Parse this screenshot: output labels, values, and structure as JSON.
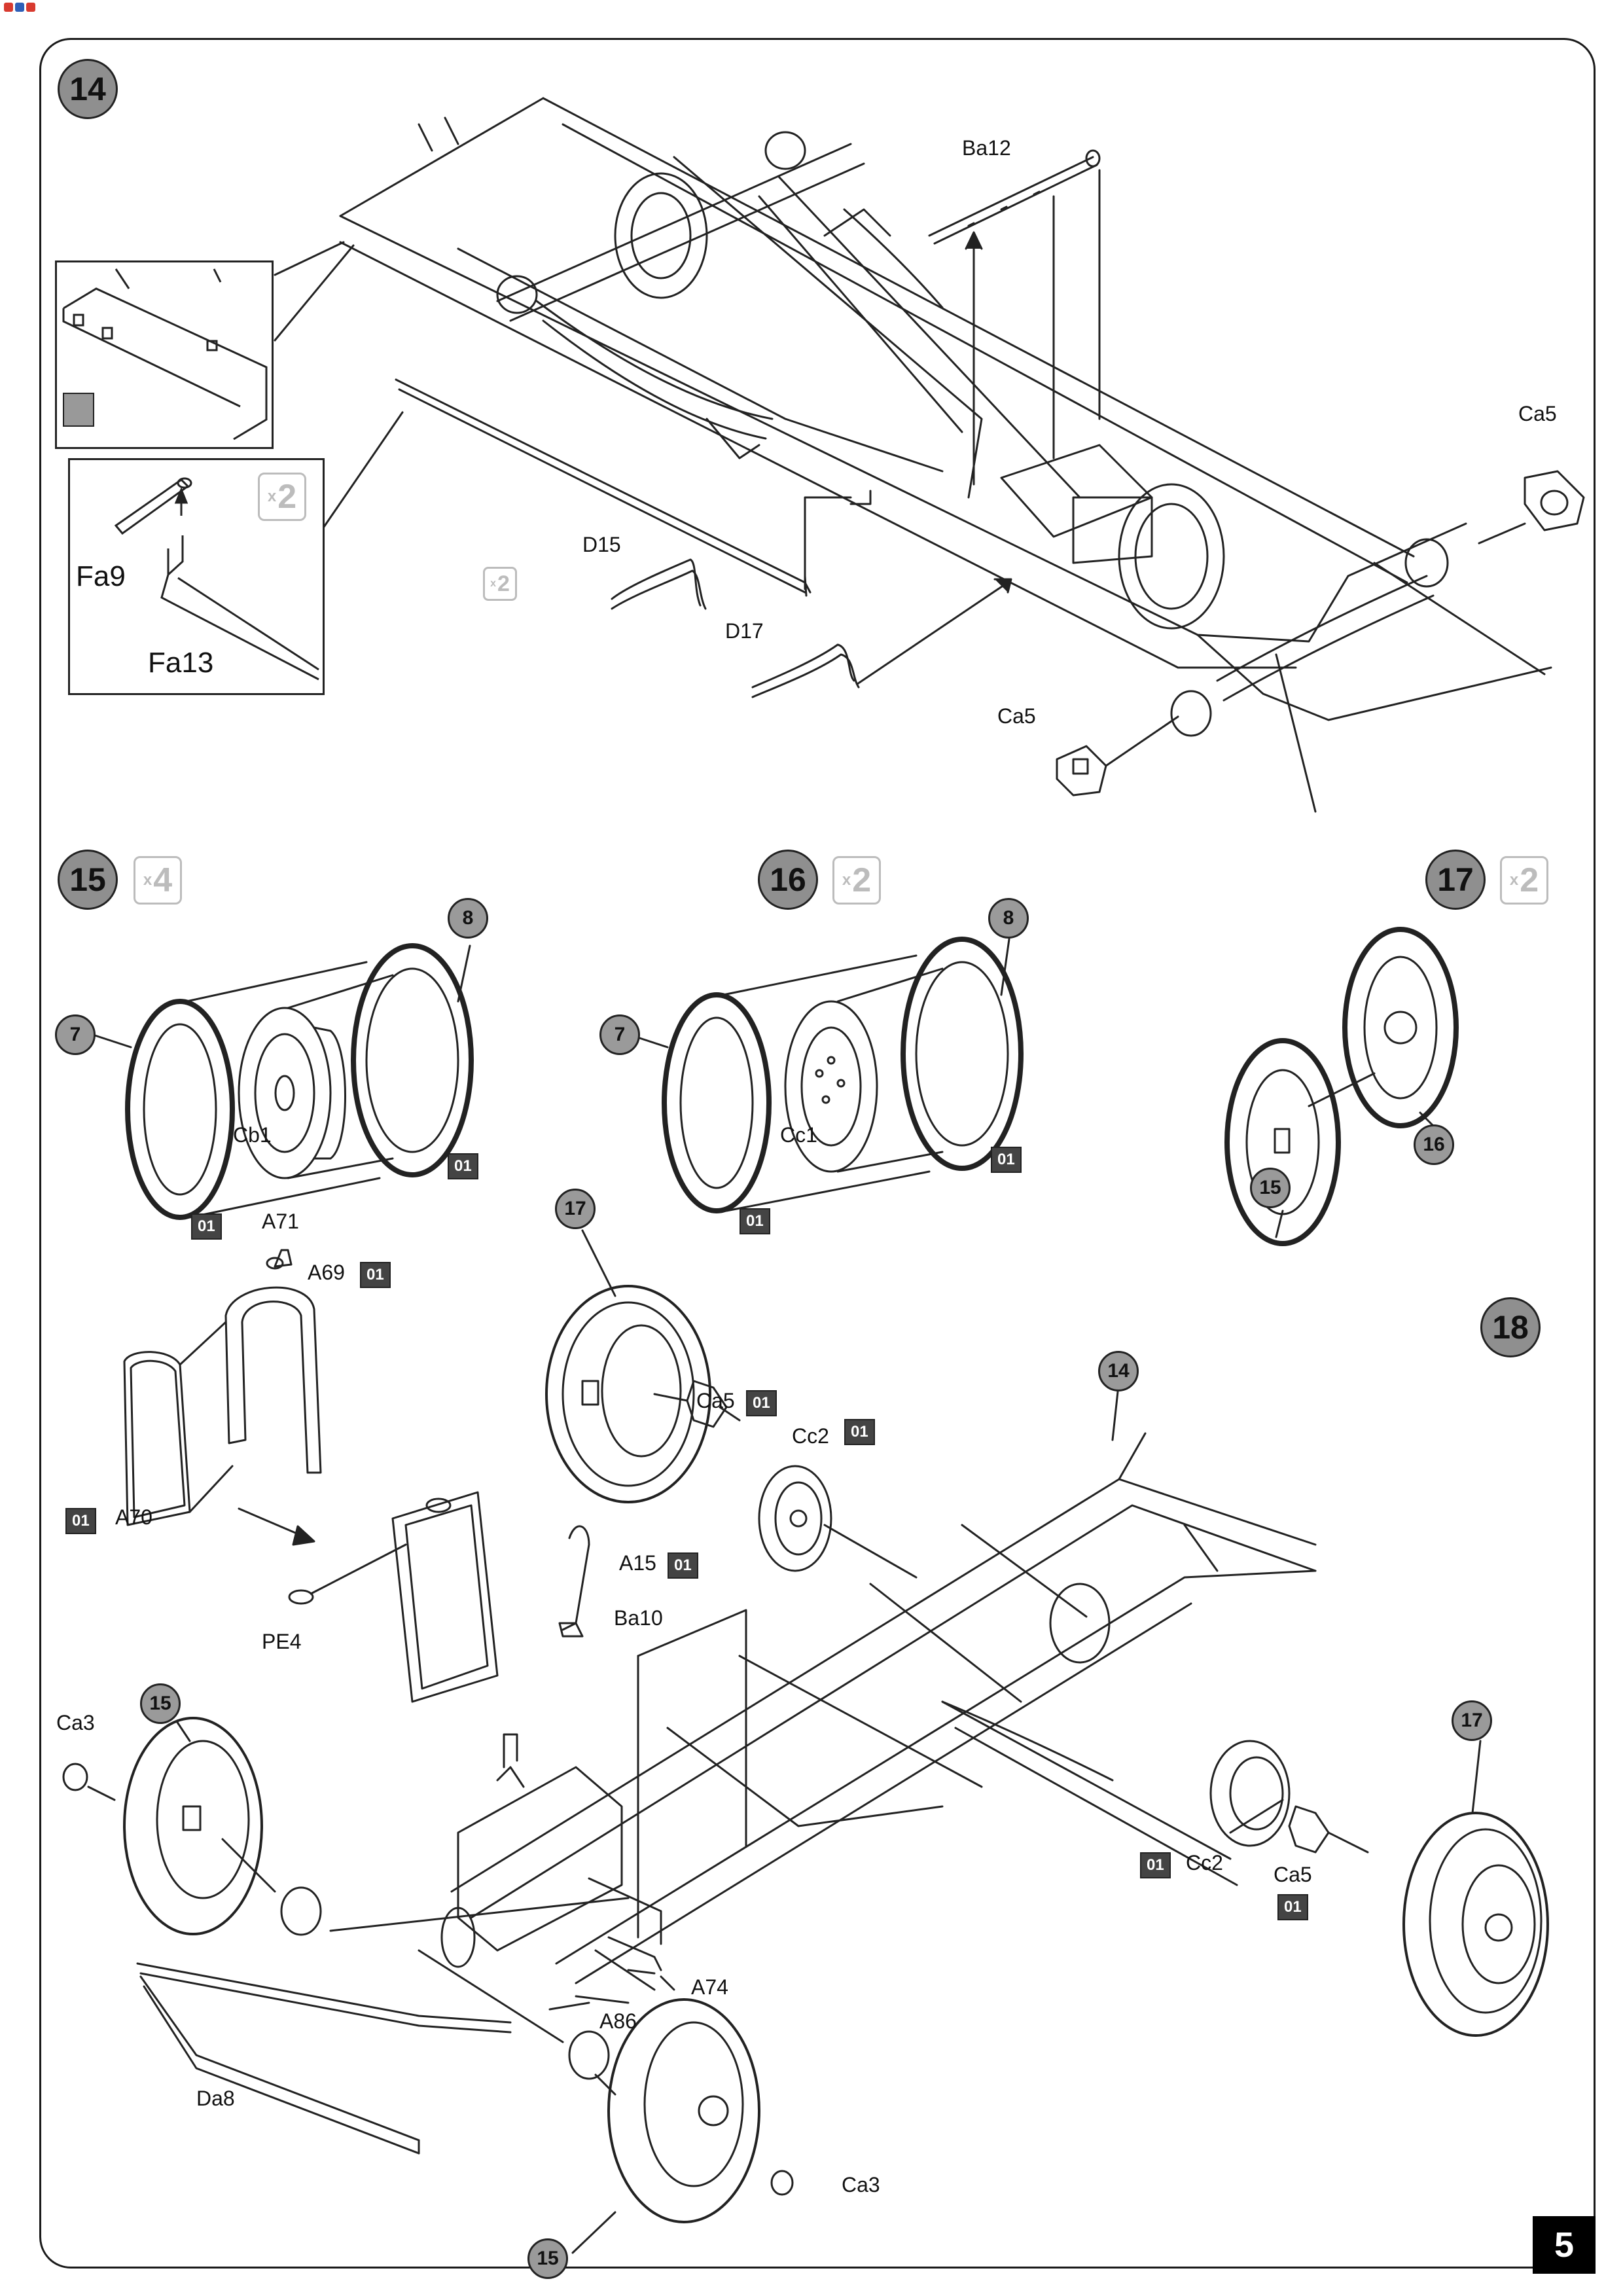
{
  "page": {
    "number": "5"
  },
  "steps": {
    "s14": {
      "number": "14"
    },
    "s15": {
      "number": "15",
      "multiplier": "4"
    },
    "s16": {
      "number": "16",
      "multiplier": "2"
    },
    "s17": {
      "number": "17",
      "multiplier": "2"
    },
    "s18": {
      "number": "18"
    }
  },
  "multiplier_prefix": "x",
  "callouts": {
    "d15_multiplier": "2",
    "inset_multiplier": "2"
  },
  "parts": {
    "ba12": "Ba12",
    "ca5_top_right": "Ca5",
    "ca5_lower": "Ca5",
    "d15": "D15",
    "d17": "D17",
    "fa9": "Fa9",
    "fa13": "Fa13",
    "cb1": "Cb1",
    "cc1": "Cc1",
    "a71": "A71",
    "a69": "A69",
    "a70": "A70",
    "pe4": "PE4",
    "a15": "A15",
    "ba10": "Ba10",
    "ca5_s18_top": "Ca5",
    "cc2_top": "Cc2",
    "ca3_left": "Ca3",
    "ca3_bottom": "Ca3",
    "a74": "A74",
    "a86": "A86",
    "da8": "Da8",
    "cc2_bottom": "Cc2",
    "ca5_s18_bottom": "Ca5"
  },
  "bubbles": {
    "s15_tire": "7",
    "s15_hub": "8",
    "s16_tire": "7",
    "s16_hub": "8",
    "s17_front": "15",
    "s17_rear": "16",
    "s18_wheel_top": "17",
    "s18_chassis": "14",
    "s18_wheel_left": "15",
    "s18_wheel_right": "17",
    "s18_wheel_bottom": "15"
  },
  "paint_code": "01",
  "colors": {
    "step_circle": "#8f8f8f",
    "paint_chip": "#444444",
    "page_number_bg": "#000000"
  }
}
